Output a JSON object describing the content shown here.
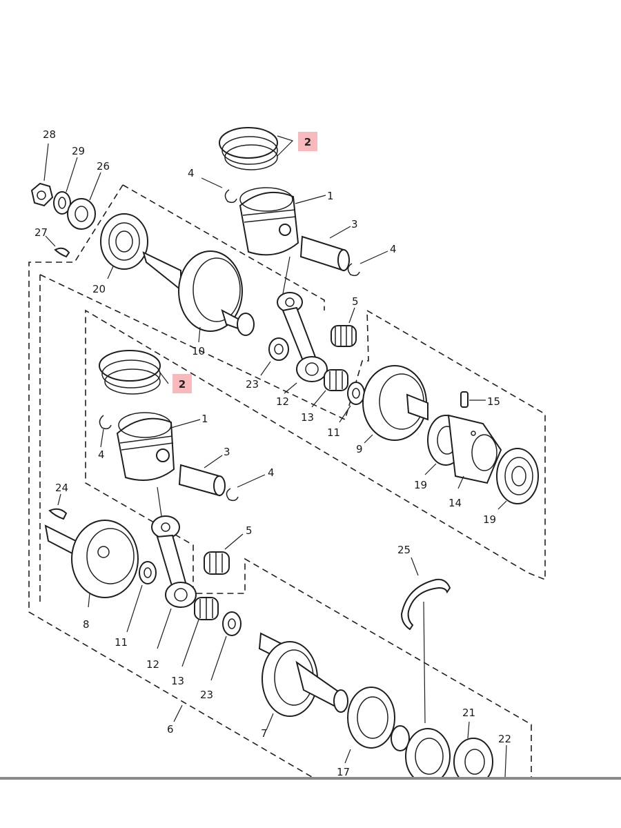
{
  "diagram": {
    "highlight_color": "#f7b9bb",
    "callouts": {
      "ring_set_upper": "2",
      "piston_upper": "1",
      "clip_upper_left": "4",
      "clip_upper_right": "4",
      "pin_upper": "3",
      "bearing_small_upper": "5",
      "nut": "28",
      "washer_29": "29",
      "seal_26": "26",
      "key_27": "27",
      "bearing_20": "20",
      "crank_half_10": "10",
      "conrod_upper": "12",
      "washer_23_upper": "23",
      "bearing_13_upper": "13",
      "washer_11_upper": "11",
      "crank_center_9": "9",
      "pin_15": "15",
      "ring_set_lower": "2",
      "piston_lower": "1",
      "clip_lower_left": "4",
      "pin_lower": "3",
      "clip_lower_right": "4",
      "bearing_19_left": "19",
      "seal_14": "14",
      "bearing_19_right": "19",
      "key_24": "24",
      "bearing_small_lower": "5",
      "crank_half_8": "8",
      "washer_11_lower": "11",
      "conrod_lower": "12",
      "bearing_13_lower": "13",
      "washer_23_lower": "23",
      "circlip_25": "25",
      "crank_assembly_6": "6",
      "crank_half_7": "7",
      "seal_21": "21",
      "shim_22": "22",
      "bearing_17": "17"
    }
  }
}
